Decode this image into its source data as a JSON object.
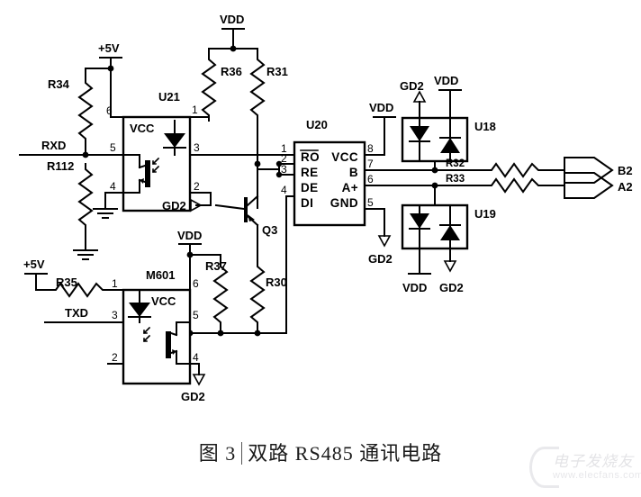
{
  "figure": {
    "caption_number": "图 3",
    "caption_title": "双路 RS485 通讯电路",
    "type": "schematic-circuit-diagram"
  },
  "watermark": {
    "brand_cn": "电子发烧友",
    "url": "www.elecfans.com"
  },
  "nets": {
    "supply_5v_top": "+5V",
    "supply_5v_bottom": "+5V",
    "vdd_top": "VDD",
    "vdd_u18_top": "VDD",
    "vdd_u18_left": "VDD",
    "vdd_q3": "VDD",
    "vdd_u19": "VDD",
    "gnd2_u21": "GD2",
    "gnd2_m601": "GD2",
    "gnd2_u20": "GD2",
    "gnd2_u18_top": "GD2",
    "gnd2_u19": "GD2",
    "rxd": "RXD",
    "txd": "TXD",
    "out_b2": "B2",
    "out_a2": "A2"
  },
  "components": {
    "u21": {
      "ref": "U21",
      "inner_label": "VCC",
      "pins": [
        "6",
        "1",
        "5",
        "3",
        "4",
        "2"
      ]
    },
    "m601": {
      "ref": "M601",
      "inner_label": "VCC",
      "pins": [
        "1",
        "6",
        "3",
        "5",
        "2",
        "4"
      ]
    },
    "u20": {
      "ref": "U20",
      "pins_left": [
        {
          "num": "1",
          "name": "RO"
        },
        {
          "num": "2",
          "name": "RE"
        },
        {
          "num": "3",
          "name": "DE"
        },
        {
          "num": "4",
          "name": "DI"
        }
      ],
      "pins_right": [
        {
          "num": "8",
          "name": "VCC"
        },
        {
          "num": "7",
          "name": "B"
        },
        {
          "num": "6",
          "name": "A+"
        },
        {
          "num": "5",
          "name": "GND"
        }
      ]
    },
    "u18": {
      "ref": "U18"
    },
    "u19": {
      "ref": "U19"
    },
    "q3": {
      "ref": "Q3"
    },
    "resistors": [
      {
        "ref": "R34"
      },
      {
        "ref": "R112"
      },
      {
        "ref": "R36"
      },
      {
        "ref": "R31"
      },
      {
        "ref": "R35"
      },
      {
        "ref": "R37"
      },
      {
        "ref": "R30"
      },
      {
        "ref": "R32"
      },
      {
        "ref": "R33"
      }
    ]
  },
  "colors": {
    "ink": "#000000",
    "paper": "#ffffff",
    "caption": "#1a1a1a",
    "watermark": "#cfcfd5"
  }
}
